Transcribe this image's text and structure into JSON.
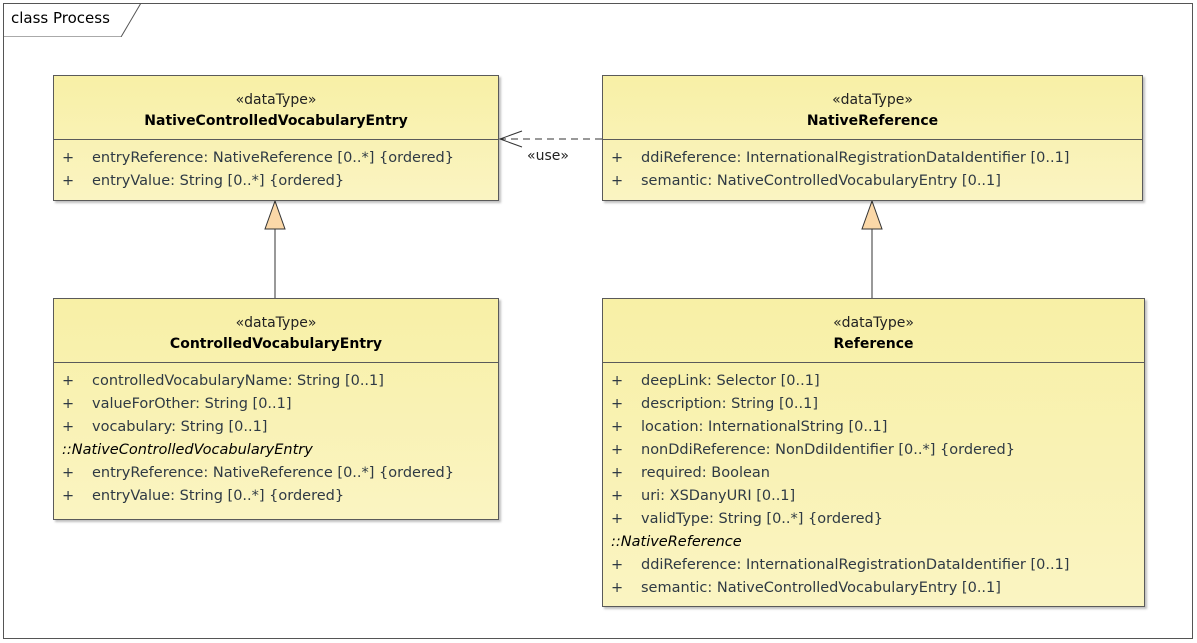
{
  "frame": {
    "title": "class Process"
  },
  "classes": [
    {
      "stereotype": "«dataType»",
      "name": "NativeControlledVocabularyEntry",
      "attributes": [
        {
          "vis": "+",
          "text": "entryReference: NativeReference [0..*] {ordered}"
        },
        {
          "vis": "+",
          "text": "entryValue: String [0..*] {ordered}"
        }
      ]
    },
    {
      "stereotype": "«dataType»",
      "name": "NativeReference",
      "attributes": [
        {
          "vis": "+",
          "text": "ddiReference: InternationalRegistrationDataIdentifier [0..1]"
        },
        {
          "vis": "+",
          "text": "semantic: NativeControlledVocabularyEntry [0..1]"
        }
      ]
    },
    {
      "stereotype": "«dataType»",
      "name": "ControlledVocabularyEntry",
      "attributes": [
        {
          "vis": "+",
          "text": "controlledVocabularyName: String [0..1]"
        },
        {
          "vis": "+",
          "text": "valueForOther: String [0..1]"
        },
        {
          "vis": "+",
          "text": "vocabulary: String [0..1]"
        }
      ],
      "inherited_title": "::NativeControlledVocabularyEntry",
      "inherited": [
        {
          "vis": "+",
          "text": "entryReference: NativeReference [0..*] {ordered}"
        },
        {
          "vis": "+",
          "text": "entryValue: String [0..*] {ordered}"
        }
      ]
    },
    {
      "stereotype": "«dataType»",
      "name": "Reference",
      "attributes": [
        {
          "vis": "+",
          "text": "deepLink: Selector [0..1]"
        },
        {
          "vis": "+",
          "text": "description: String [0..1]"
        },
        {
          "vis": "+",
          "text": "location: InternationalString [0..1]"
        },
        {
          "vis": "+",
          "text": "nonDdiReference: NonDdiIdentifier [0..*] {ordered}"
        },
        {
          "vis": "+",
          "text": "required: Boolean"
        },
        {
          "vis": "+",
          "text": "uri: XSDanyURI [0..1]"
        },
        {
          "vis": "+",
          "text": "validType: String [0..*] {ordered}"
        }
      ],
      "inherited_title": "::NativeReference",
      "inherited": [
        {
          "vis": "+",
          "text": "ddiReference: InternationalRegistrationDataIdentifier [0..1]"
        },
        {
          "vis": "+",
          "text": "semantic: NativeControlledVocabularyEntry [0..1]"
        }
      ]
    }
  ],
  "dependency": {
    "label": "«use»"
  }
}
